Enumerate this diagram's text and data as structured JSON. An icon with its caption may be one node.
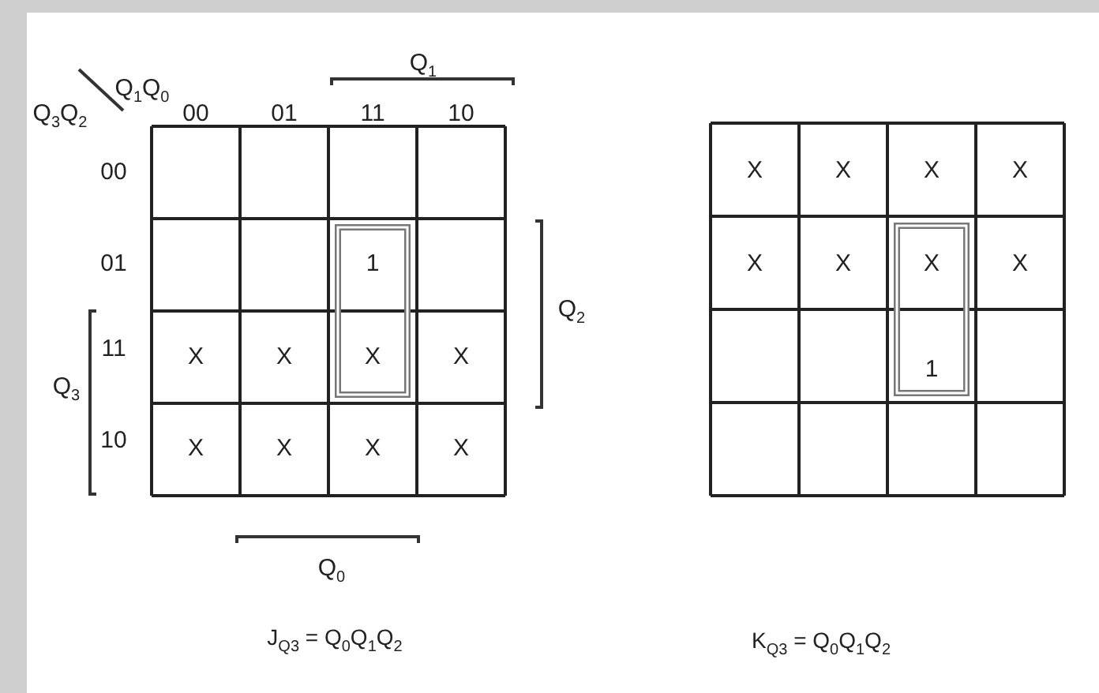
{
  "diagram": {
    "labels": [
      "Q$_{1}$Q$_{0}$",
      "Q$_{1}$",
      "Q$_{3}$Q$_{2}$",
      "00",
      "01",
      "11",
      "10",
      "00",
      "01",
      "1",
      "Q$_{2}$",
      "11",
      "X",
      "X",
      "X",
      "X",
      "Q$_{3}$",
      "10",
      "X",
      "X",
      "X",
      "X",
      "Q$_{0}$",
      "J$_{Q3}$ = Q$_{0}$Q$_{1}$Q$_{2}$",
      "X",
      "X",
      "X",
      "X",
      "X",
      "X",
      "X",
      "X",
      "1",
      "K$_{Q3}$ = Q$_{0}$Q$_{1}$Q$_{2}$"
    ]
  }
}
